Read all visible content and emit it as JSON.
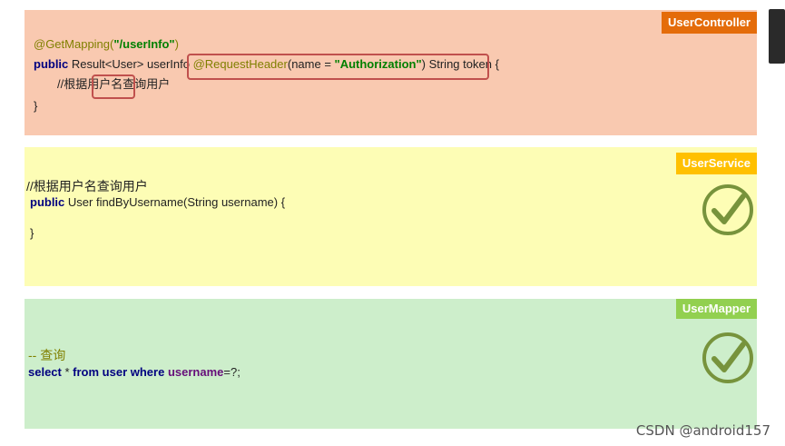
{
  "controller": {
    "tag": "UserController",
    "line1_ann": "@GetMapping(",
    "line1_str": "\"/userInfo\"",
    "line1_end": ")",
    "line2_kw": "public",
    "line2_a": " Result<User> userInfo",
    "line2_ann": "@RequestHeader",
    "line2_b": "(name = ",
    "line2_str": "\"Authorization\"",
    "line2_c": ") String token",
    "line2_d": "{",
    "line3": "//根据用户名查询用户",
    "line4": "}"
  },
  "service": {
    "tag": "UserService",
    "line1": "//根据用户名查询用户",
    "line2_kw": "public",
    "line2_rest": " User findByUsername(String username) {",
    "line3": "}"
  },
  "mapper": {
    "tag": "UserMapper",
    "comment": "-- 查询",
    "sql_kw1": "select",
    "sql_star": " * ",
    "sql_kw2": "from user where",
    "sql_col": " username",
    "sql_end": "=?;"
  },
  "watermark": "CSDN @android157",
  "icons": {
    "check": "check-circle-icon"
  },
  "colors": {
    "controller_bg": "#f9c9b0",
    "service_bg": "#fdfdb5",
    "mapper_bg": "#cdeecb",
    "highlight_border": "#c0504d"
  }
}
